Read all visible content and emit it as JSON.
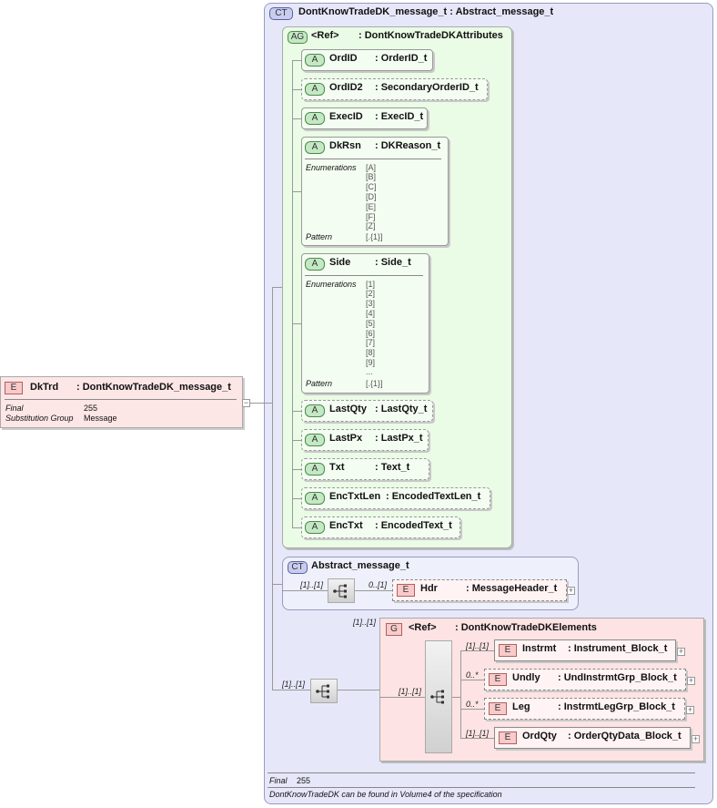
{
  "root_element": {
    "badge": "E",
    "name": "DkTrd",
    "type": ": DontKnowTradeDK_message_t",
    "props": [
      {
        "key": "Final",
        "value": "255"
      },
      {
        "key": "Substitution Group",
        "value": "Message"
      }
    ]
  },
  "complex_type": {
    "badge": "CT",
    "title": "DontKnowTradeDK_message_t : Abstract_message_t",
    "footer_key": "Final",
    "footer_value": "255",
    "footer_note": "DontKnowTradeDK can be found in Volume4 of the specification"
  },
  "attribute_group": {
    "badge": "AG",
    "name": "<Ref>",
    "type": ": DontKnowTradeDKAttributes",
    "attributes": [
      {
        "badge": "A",
        "name": "OrdID",
        "type": ": OrderID_t"
      },
      {
        "badge": "A",
        "name": "OrdID2",
        "type": ": SecondaryOrderID_t"
      },
      {
        "badge": "A",
        "name": "ExecID",
        "type": ": ExecID_t"
      },
      {
        "badge": "A",
        "name": "DkRsn",
        "type": ": DKReason_t",
        "enum_label": "Enumerations",
        "enums": [
          "[A]",
          "[B]",
          "[C]",
          "[D]",
          "[E]",
          "[F]",
          "[Z]"
        ],
        "pattern_label": "Pattern",
        "pattern": "[.{1}]"
      },
      {
        "badge": "A",
        "name": "Side",
        "type": ": Side_t",
        "enum_label": "Enumerations",
        "enums": [
          "[1]",
          "[2]",
          "[3]",
          "[4]",
          "[5]",
          "[6]",
          "[7]",
          "[8]",
          "[9]",
          "..."
        ],
        "pattern_label": "Pattern",
        "pattern": "[.{1}]"
      },
      {
        "badge": "A",
        "name": "LastQty",
        "type": ": LastQty_t"
      },
      {
        "badge": "A",
        "name": "LastPx",
        "type": ": LastPx_t"
      },
      {
        "badge": "A",
        "name": "Txt",
        "type": ": Text_t"
      },
      {
        "badge": "A",
        "name": "EncTxtLen",
        "type": ": EncodedTextLen_t"
      },
      {
        "badge": "A",
        "name": "EncTxt",
        "type": ": EncodedText_t"
      }
    ]
  },
  "abstract_type": {
    "badge": "CT",
    "title": "Abstract_message_t",
    "seq_mult": "[1]..[1]",
    "child": {
      "badge": "E",
      "mult": "0..[1]",
      "name": "Hdr",
      "type": ": MessageHeader_t"
    }
  },
  "group": {
    "badge": "G",
    "name": "<Ref>",
    "type": ": DontKnowTradeDKElements",
    "group_mult": "[1]..[1]",
    "outer_seq_mult": "[1]..[1]",
    "inner_seq_mult": "[1]..[1]",
    "children": [
      {
        "badge": "E",
        "mult": "[1]..[1]",
        "name": "Instrmt",
        "type": ": Instrument_Block_t"
      },
      {
        "badge": "E",
        "mult": "0..*",
        "name": "Undly",
        "type": ": UndInstrmtGrp_Block_t"
      },
      {
        "badge": "E",
        "mult": "0..*",
        "name": "Leg",
        "type": ": InstrmtLegGrp_Block_t"
      },
      {
        "badge": "E",
        "mult": "[1]..[1]",
        "name": "OrdQty",
        "type": ": OrderQtyData_Block_t"
      }
    ]
  },
  "colors": {
    "ct_bg": "#e6e8fa",
    "ag_bg": "#eafbe6",
    "group_bg": "#fde3e3",
    "element_bg": "#fff3f3"
  },
  "icons": {
    "plus": "+",
    "minus": "−"
  }
}
